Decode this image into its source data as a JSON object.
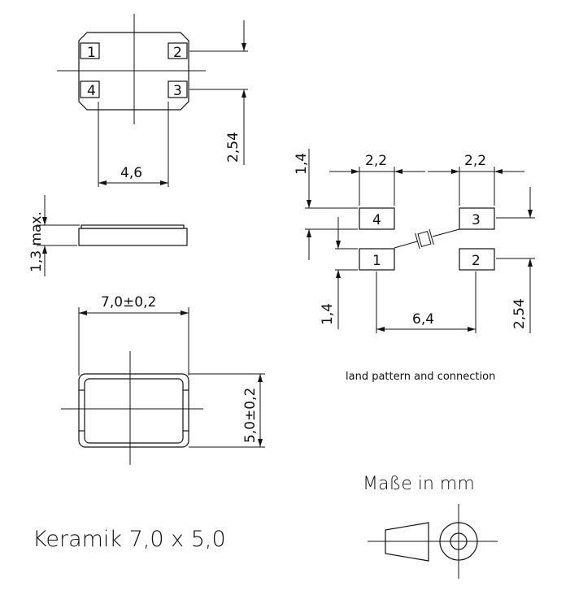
{
  "top_view": {
    "pads": [
      "1",
      "2",
      "3",
      "4"
    ],
    "dim_pitch_horizontal": "4,6",
    "dim_pitch_vertical": "2,54"
  },
  "side_view": {
    "dim_height": "1,3 max."
  },
  "bottom_view": {
    "dim_length": "7,0±0,2",
    "dim_width": "5,0±0,2"
  },
  "land_pattern": {
    "pads": [
      "1",
      "2",
      "3",
      "4"
    ],
    "dim_pad_width_left": "2,2",
    "dim_pad_width_right": "2,2",
    "dim_pad_height_top": "1,4",
    "dim_pad_height_bottom": "1,4",
    "dim_pitch_horizontal": "6,4",
    "dim_pitch_vertical": "2,54",
    "caption": "land pattern and connection"
  },
  "units_note": "Maße in mm",
  "title": "Keramik 7,0 x 5,0"
}
